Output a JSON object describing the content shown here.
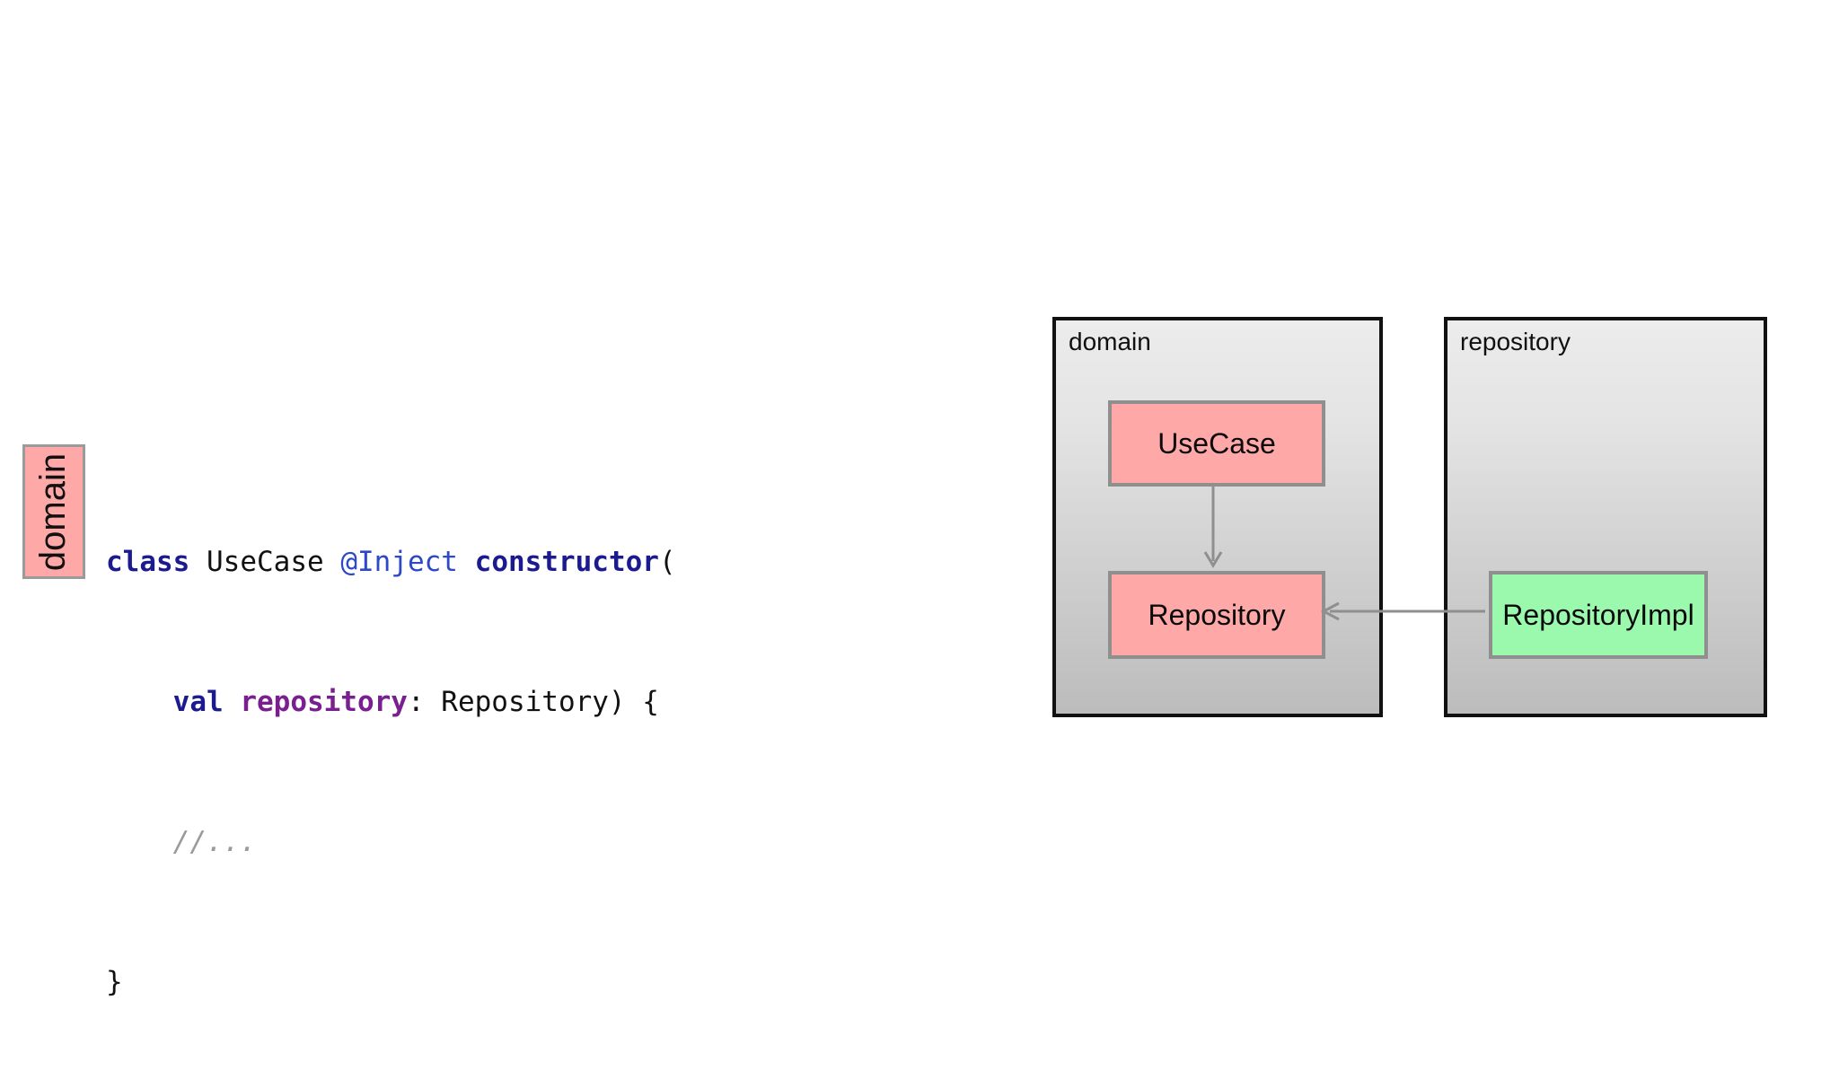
{
  "slide": {
    "background_color": "#ffffff"
  },
  "badge": {
    "label": "domain",
    "fill_color": "#ffa8a8",
    "border_color": "#9a9a9a",
    "orientation": "vertical-bottom-to-top"
  },
  "code": {
    "language": "kotlin",
    "lines": [
      {
        "tokens": [
          {
            "text": "class",
            "style": "keyword",
            "color": "#1b1b8f"
          },
          {
            "text": " ",
            "style": "plain"
          },
          {
            "text": "UseCase",
            "style": "plain",
            "color": "#111111"
          },
          {
            "text": " ",
            "style": "plain"
          },
          {
            "text": "@Inject",
            "style": "annotation",
            "color": "#2d48c8"
          },
          {
            "text": " ",
            "style": "plain"
          },
          {
            "text": "constructor",
            "style": "keyword",
            "color": "#1b1b8f"
          },
          {
            "text": "(",
            "style": "punctuation",
            "color": "#111111"
          }
        ]
      },
      {
        "tokens": [
          {
            "text": "    ",
            "style": "plain"
          },
          {
            "text": "val",
            "style": "keyword",
            "color": "#1b1b8f"
          },
          {
            "text": " ",
            "style": "plain"
          },
          {
            "text": "repository",
            "style": "property",
            "color": "#7a1f8f"
          },
          {
            "text": ": Repository) {",
            "style": "plain",
            "color": "#111111"
          }
        ]
      },
      {
        "tokens": [
          {
            "text": "    ",
            "style": "plain"
          },
          {
            "text": "//...",
            "style": "comment",
            "color": "#9a9a9a"
          }
        ]
      },
      {
        "tokens": [
          {
            "text": "}",
            "style": "punctuation",
            "color": "#111111"
          }
        ]
      }
    ]
  },
  "diagram": {
    "type": "uml-package-diagram",
    "packages": [
      {
        "id": "domain",
        "label": "domain",
        "fill_gradient": [
          "#ececec",
          "#bcbcbc"
        ],
        "border_color": "#111111",
        "nodes": [
          "usecase",
          "repository"
        ]
      },
      {
        "id": "repository",
        "label": "repository",
        "fill_gradient": [
          "#ececec",
          "#bcbcbc"
        ],
        "border_color": "#111111",
        "nodes": [
          "repositoryimpl"
        ]
      }
    ],
    "nodes": [
      {
        "id": "usecase",
        "label": "UseCase",
        "fill_color": "#ffa8a8",
        "border_color": "#8f8f8f",
        "package": "domain"
      },
      {
        "id": "repository",
        "label": "Repository",
        "fill_color": "#ffa8a8",
        "border_color": "#8f8f8f",
        "package": "domain"
      },
      {
        "id": "repositoryimpl",
        "label": "RepositoryImpl",
        "fill_color": "#9bf9ae",
        "border_color": "#8f8f8f",
        "package": "repository"
      }
    ],
    "edges": [
      {
        "id": "usecase-to-repository",
        "from": "usecase",
        "to": "repository",
        "direction": "down",
        "kind": "dependency",
        "color": "#8f8f8f"
      },
      {
        "id": "repositoryimpl-to-repository",
        "from": "repositoryimpl",
        "to": "repository",
        "direction": "left",
        "kind": "realization",
        "color": "#8f8f8f"
      }
    ]
  }
}
